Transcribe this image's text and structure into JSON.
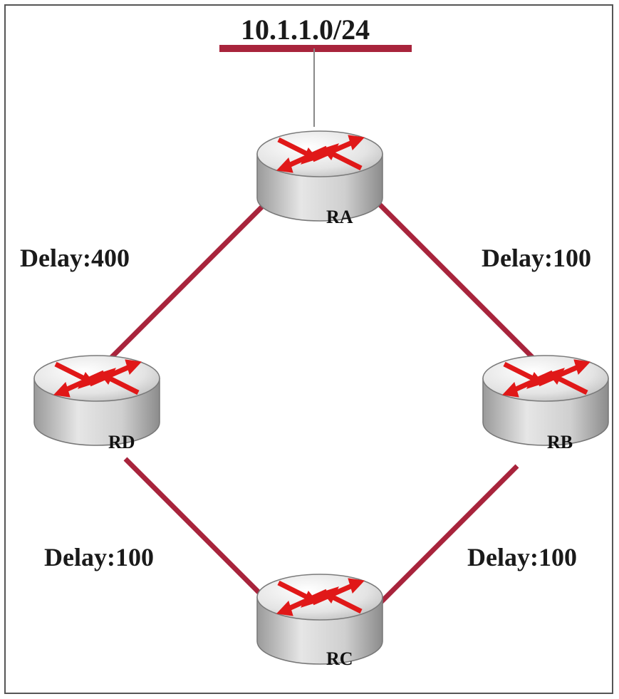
{
  "diagram": {
    "network": {
      "label": "10.1.1.0/24"
    },
    "routers": [
      {
        "id": "RA",
        "name": "RA"
      },
      {
        "id": "RB",
        "name": "RB"
      },
      {
        "id": "RC",
        "name": "RC"
      },
      {
        "id": "RD",
        "name": "RD"
      }
    ],
    "links": [
      {
        "from": "RA",
        "to": "RD",
        "label": "Delay:400"
      },
      {
        "from": "RA",
        "to": "RB",
        "label": "Delay:100"
      },
      {
        "from": "RD",
        "to": "RC",
        "label": "Delay:100"
      },
      {
        "from": "RB",
        "to": "RC",
        "label": "Delay:100"
      }
    ]
  },
  "colors": {
    "link": "#a8243c",
    "arrow": "#e01818",
    "router_body": "#c9c9c9"
  }
}
